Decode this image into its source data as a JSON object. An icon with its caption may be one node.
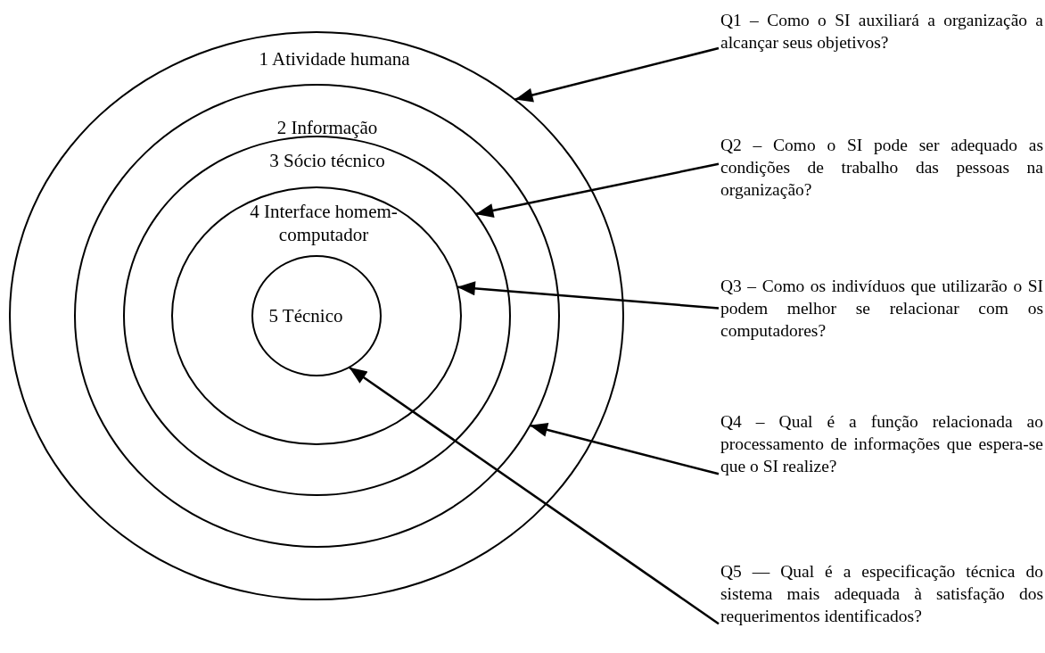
{
  "diagram": {
    "nodes": [
      {
        "text": [
          "1 Atividade humana"
        ]
      },
      {
        "text": [
          "2 Informação"
        ],
        "in": 0
      },
      {
        "text": [
          "3 Sócio técnico"
        ],
        "in": 1
      },
      {
        "text": [
          "4 Interface homem-computador"
        ],
        "in": 2
      },
      {
        "text": [
          "5 Técnico"
        ],
        "in": 3
      },
      {
        "text": [
          "Q1 – Como o SI auxiliará a organização a alcançar seus objetivos?"
        ]
      },
      {
        "text": [
          "Q2 – Como o SI pode ser adequado as condições de trabalho das pessoas na organização?"
        ]
      },
      {
        "text": [
          "Q3 – Como os indivíduos que utilizarão o SI podem melhor se relacionar com os computadores?"
        ]
      },
      {
        "text": [
          "Q4 – Qual é a função relacionada ao processamento de informações que espera-se que o SI realize?"
        ]
      },
      {
        "text": [
          "Q5 — Qual é a especificação técnica do sistema mais adequada à satisfação dos requerimentos identificados?"
        ]
      }
    ],
    "edges": [
      {
        "from": 5,
        "to": 0,
        "arrow": "to"
      },
      {
        "from": 6,
        "to": 2,
        "arrow": "to"
      },
      {
        "from": 7,
        "to": 3,
        "arrow": "to"
      },
      {
        "from": 8,
        "to": 1,
        "arrow": "to"
      },
      {
        "from": 9,
        "to": 4,
        "arrow": "to"
      }
    ]
  }
}
